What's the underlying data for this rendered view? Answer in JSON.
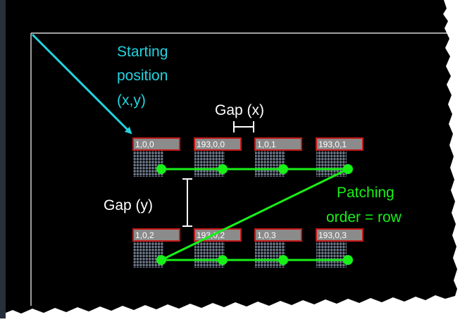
{
  "canvas_bg": "#000000",
  "panel_color": "#262f3a",
  "accent": {
    "cyan": "#22d4e0",
    "green": "#18f018",
    "white": "#ffffff",
    "label_fill": "#8b8b8b",
    "label_border": "#c41818",
    "dot_color": "#6f7a8d"
  },
  "labels": {
    "starting": "Starting",
    "position": "position",
    "xy": "(x,y)",
    "gap_x": "Gap (x)",
    "gap_y": "Gap (y)",
    "patching": "Patching",
    "order_row": "order = row"
  },
  "fixtures": [
    {
      "id": "1,0,0"
    },
    {
      "id": "193,0,0"
    },
    {
      "id": "1,0,1"
    },
    {
      "id": "193,0,1"
    },
    {
      "id": "1,0,2"
    },
    {
      "id": "193,0,2"
    },
    {
      "id": "1,0,3"
    },
    {
      "id": "193,0,3"
    }
  ]
}
